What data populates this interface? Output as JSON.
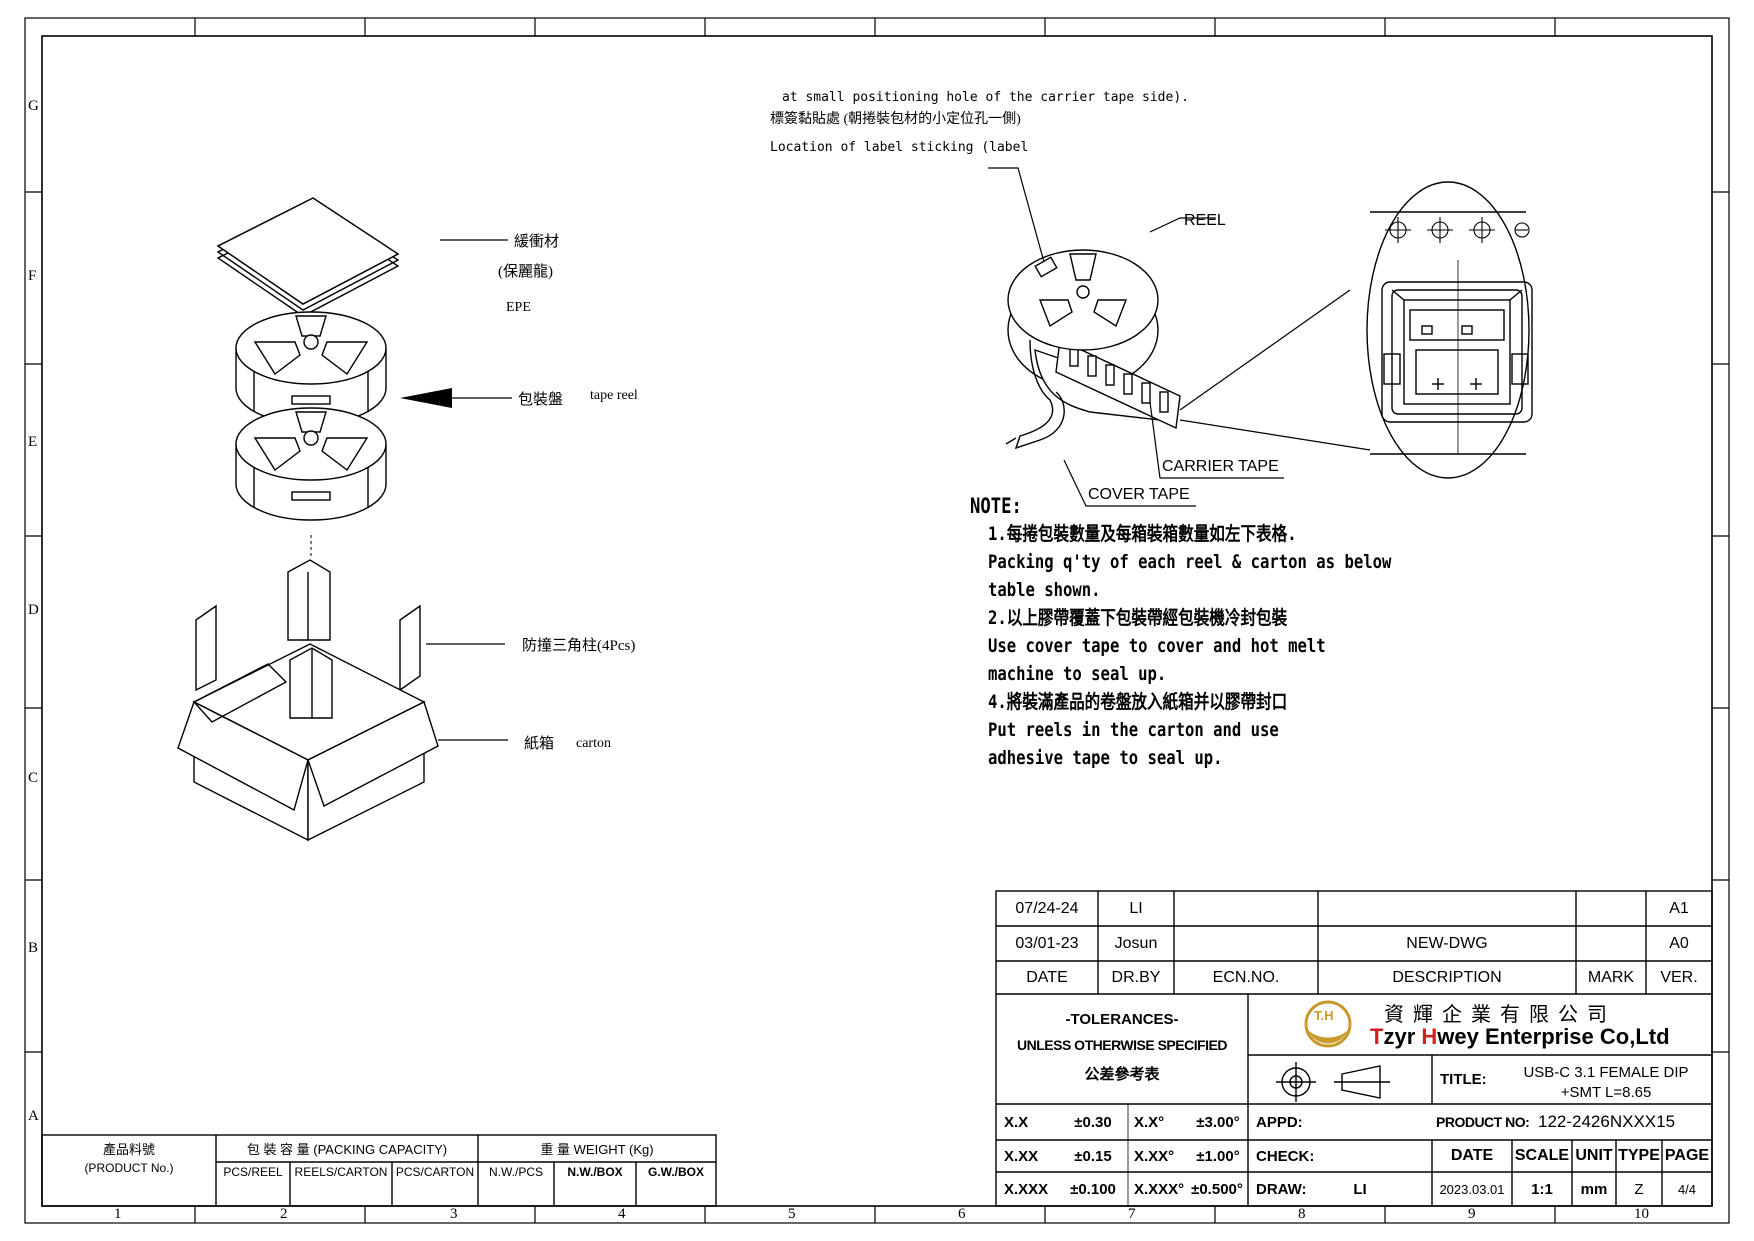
{
  "zones": {
    "rows": [
      "G",
      "F",
      "E",
      "D",
      "C",
      "B",
      "A"
    ],
    "cols": [
      "1",
      "2",
      "3",
      "4",
      "5",
      "6",
      "7",
      "8",
      "9",
      "10"
    ]
  },
  "left_labels": {
    "cushion_cn": "緩衝材",
    "cushion_cn2": "(保麗龍)",
    "cushion_en": "EPE",
    "reel_cn": "包裝盤",
    "reel_en": "tape reel",
    "corner_cn": "防撞三角柱(4Pcs)",
    "carton_cn": "紙箱",
    "carton_en": "carton"
  },
  "right_labels": {
    "label_line1": "at small positioning hole of the carrier tape side).",
    "label_line2": "標簽黏貼處 (朝捲裝包材的小定位孔一側)",
    "label_line3": "Location of label sticking (label",
    "reel": "REEL",
    "carrier_tape": "CARRIER TAPE",
    "cover_tape": "COVER TAPE"
  },
  "notes": {
    "title": "NOTE:",
    "lines": [
      "1.每捲包裝數量及每箱裝箱數量如左下表格.",
      "Packing q'ty of each reel & carton as below",
      "table shown.",
      "2.以上膠帶覆蓋下包裝帶經包裝機冷封包裝",
      "Use cover tape to cover and hot melt",
      "machine to seal up.",
      " 4.將裝滿產品的卷盤放入紙箱并以膠帶封口",
      "Put reels in the carton and use",
      "adhesive tape to seal up."
    ]
  },
  "packing_table": {
    "product_no_cn": "產品料號",
    "product_no_en": "(PRODUCT No.)",
    "capacity": "包 裝 容 量 (PACKING CAPACITY)",
    "weight": "重 量 WEIGHT (Kg)",
    "sub": [
      "PCS/REEL",
      "REELS/CARTON",
      "PCS/CARTON",
      "N.W./PCS",
      "N.W./BOX",
      "G.W./BOX"
    ]
  },
  "revisions": [
    {
      "date": "07/24-24",
      "drby": "LI",
      "ecn": "",
      "desc": "",
      "mark": "",
      "ver": "A1"
    },
    {
      "date": "03/01-23",
      "drby": "Josun",
      "ecn": "",
      "desc": "NEW-DWG",
      "mark": "",
      "ver": "A0"
    }
  ],
  "rev_header": {
    "date": "DATE",
    "drby": "DR.BY",
    "ecn": "ECN.NO.",
    "desc": "DESCRIPTION",
    "mark": "MARK",
    "ver": "VER."
  },
  "tolerances": {
    "title": "-TOLERANCES-",
    "line2": "UNLESS OTHERWISE SPECIFIED",
    "line3": "公差參考表",
    "rows": [
      [
        "X.X",
        "±0.30",
        "X.X°",
        "±3.00°"
      ],
      [
        "X.XX",
        "±0.15",
        "X.XX°",
        "±1.00°"
      ],
      [
        "X.XXX",
        "±0.100",
        "X.XXX°",
        "±0.500°"
      ]
    ]
  },
  "company": {
    "logo_text": "T.H",
    "name_cn": "資 輝 企 業 有 限 公 司",
    "name_en_1": "T",
    "name_en_2": "zyr ",
    "name_en_3": "H",
    "name_en_4": "wey Enterprise Co,Ltd",
    "red": "#d21f1f",
    "logo_gold": "#c89a2e"
  },
  "title_block": {
    "title_label": "TITLE:",
    "title_line1": "USB-C 3.1 FEMALE DIP",
    "title_line2": "+SMT L=8.65",
    "product_label": "PRODUCT NO:",
    "product_no": "122-2426NXXX15",
    "appd": "APPD:",
    "check": "CHECK:",
    "draw": "DRAW:",
    "draw_name": "LI",
    "headers": [
      "DATE",
      "SCALE",
      "UNIT",
      "TYPE",
      "PAGE"
    ],
    "values": [
      "2023.03.01",
      "1:1",
      "mm",
      "Z",
      "4/4"
    ]
  }
}
